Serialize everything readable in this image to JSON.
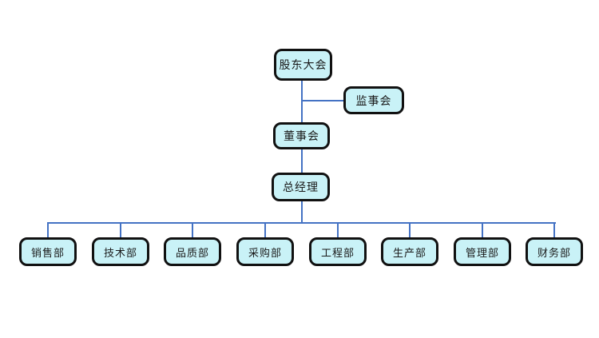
{
  "org_chart": {
    "nodes": {
      "shareholders": {
        "label": "股东大会"
      },
      "supervisory": {
        "label": "监事会"
      },
      "board": {
        "label": "董事会"
      },
      "gm": {
        "label": "总经理"
      },
      "departments": [
        {
          "label": "销售部"
        },
        {
          "label": "技术部"
        },
        {
          "label": "品质部"
        },
        {
          "label": "采购部"
        },
        {
          "label": "工程部"
        },
        {
          "label": "生产部"
        },
        {
          "label": "管理部"
        },
        {
          "label": "财务部"
        }
      ]
    },
    "edges": [
      {
        "from": "股东大会",
        "to": "董事会"
      },
      {
        "from": "股东大会",
        "to": "监事会"
      },
      {
        "from": "董事会",
        "to": "总经理"
      },
      {
        "from": "总经理",
        "to": "销售部"
      },
      {
        "from": "总经理",
        "to": "技术部"
      },
      {
        "from": "总经理",
        "to": "品质部"
      },
      {
        "from": "总经理",
        "to": "采购部"
      },
      {
        "from": "总经理",
        "to": "工程部"
      },
      {
        "from": "总经理",
        "to": "生产部"
      },
      {
        "from": "总经理",
        "to": "管理部"
      },
      {
        "from": "总经理",
        "to": "财务部"
      }
    ],
    "colors": {
      "node_fill": "#c9f2f7",
      "node_border": "#111111",
      "connector": "#4472c4",
      "background": "#ffffff"
    }
  }
}
